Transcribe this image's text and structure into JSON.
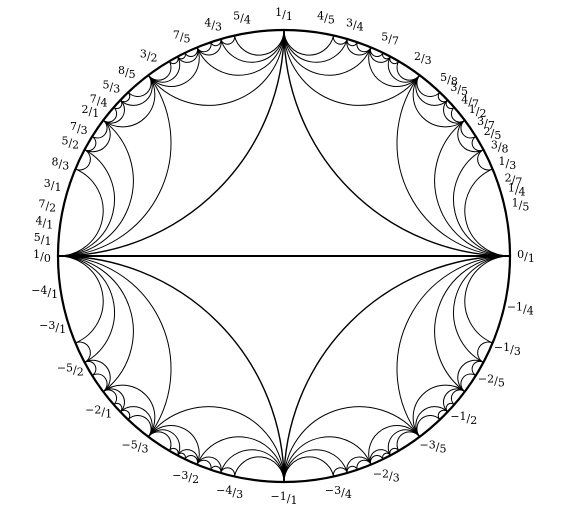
{
  "diagram": {
    "labels": [
      {
        "name": "1-0",
        "sign": "",
        "num": "1",
        "den": "0",
        "angle_deg": 180
      },
      {
        "name": "0-1",
        "sign": "",
        "num": "0",
        "den": "1",
        "angle_deg": 0
      },
      {
        "name": "1-1",
        "sign": "",
        "num": "1",
        "den": "1",
        "angle_deg": 90
      },
      {
        "name": "neg-1-1",
        "sign": "−",
        "num": "1",
        "den": "1",
        "angle_deg": -90
      },
      {
        "name": "1-2",
        "sign": "",
        "num": "1",
        "den": "2",
        "angle_deg": 36.87
      },
      {
        "name": "1-3",
        "sign": "",
        "num": "1",
        "den": "3",
        "angle_deg": 22.62
      },
      {
        "name": "1-4",
        "sign": "",
        "num": "1",
        "den": "4",
        "angle_deg": 15.94
      },
      {
        "name": "1-5",
        "sign": "",
        "num": "1",
        "den": "5",
        "angle_deg": 12.25
      },
      {
        "name": "2-7",
        "sign": "",
        "num": "2",
        "den": "7",
        "angle_deg": 18.46
      },
      {
        "name": "3-8",
        "sign": "",
        "num": "3",
        "den": "8",
        "angle_deg": 26.95
      },
      {
        "name": "2-5",
        "sign": "",
        "num": "2",
        "den": "5",
        "angle_deg": 30.52
      },
      {
        "name": "3-7",
        "sign": "",
        "num": "3",
        "den": "7",
        "angle_deg": 33.4
      },
      {
        "name": "4-7",
        "sign": "",
        "num": "4",
        "den": "7",
        "angle_deg": 39.72
      },
      {
        "name": "3-5",
        "sign": "",
        "num": "3",
        "den": "5",
        "angle_deg": 43.6
      },
      {
        "name": "5-8",
        "sign": "",
        "num": "5",
        "den": "8",
        "angle_deg": 47.0
      },
      {
        "name": "2-3",
        "sign": "",
        "num": "2",
        "den": "3",
        "angle_deg": 55.0
      },
      {
        "name": "5-7",
        "sign": "",
        "num": "5",
        "den": "7",
        "angle_deg": 64.0
      },
      {
        "name": "3-4",
        "sign": "",
        "num": "3",
        "den": "4",
        "angle_deg": 73.0
      },
      {
        "name": "4-5",
        "sign": "",
        "num": "4",
        "den": "5",
        "angle_deg": 80.0
      },
      {
        "name": "5-4",
        "sign": "",
        "num": "5",
        "den": "4",
        "angle_deg": 100.0
      },
      {
        "name": "4-3",
        "sign": "",
        "num": "4",
        "den": "3",
        "angle_deg": 107.0
      },
      {
        "name": "7-5",
        "sign": "",
        "num": "7",
        "den": "5",
        "angle_deg": 115.0
      },
      {
        "name": "3-2",
        "sign": "",
        "num": "3",
        "den": "2",
        "angle_deg": 124.0
      },
      {
        "name": "8-5",
        "sign": "",
        "num": "8",
        "den": "5",
        "angle_deg": 130.5
      },
      {
        "name": "5-3",
        "sign": "",
        "num": "5",
        "den": "3",
        "angle_deg": 135.5
      },
      {
        "name": "7-4",
        "sign": "",
        "num": "7",
        "den": "4",
        "angle_deg": 140.0
      },
      {
        "name": "2-1",
        "sign": "",
        "num": "2",
        "den": "1",
        "angle_deg": 143.13
      },
      {
        "name": "7-3",
        "sign": "",
        "num": "7",
        "den": "3",
        "angle_deg": 148.0
      },
      {
        "name": "5-2",
        "sign": "",
        "num": "5",
        "den": "2",
        "angle_deg": 152.0
      },
      {
        "name": "8-3",
        "sign": "",
        "num": "8",
        "den": "3",
        "angle_deg": 157.5
      },
      {
        "name": "3-1",
        "sign": "",
        "num": "3",
        "den": "1",
        "angle_deg": 163.0
      },
      {
        "name": "7-2",
        "sign": "",
        "num": "7",
        "den": "2",
        "angle_deg": 168.0
      },
      {
        "name": "4-1",
        "sign": "",
        "num": "4",
        "den": "1",
        "angle_deg": 172.0
      },
      {
        "name": "5-1",
        "sign": "",
        "num": "5",
        "den": "1",
        "angle_deg": 176.0
      },
      {
        "name": "neg-1-4",
        "sign": "−",
        "num": "1",
        "den": "4",
        "angle_deg": -12.5
      },
      {
        "name": "neg-1-3",
        "sign": "−",
        "num": "1",
        "den": "3",
        "angle_deg": -22.62
      },
      {
        "name": "neg-2-5",
        "sign": "−",
        "num": "2",
        "den": "5",
        "angle_deg": -31.0
      },
      {
        "name": "neg-1-2",
        "sign": "−",
        "num": "1",
        "den": "2",
        "angle_deg": -42.0
      },
      {
        "name": "neg-3-5",
        "sign": "−",
        "num": "3",
        "den": "5",
        "angle_deg": -52.0
      },
      {
        "name": "neg-2-3",
        "sign": "−",
        "num": "2",
        "den": "3",
        "angle_deg": -65.0
      },
      {
        "name": "neg-3-4",
        "sign": "−",
        "num": "3",
        "den": "4",
        "angle_deg": -77.0
      },
      {
        "name": "neg-4-3",
        "sign": "−",
        "num": "4",
        "den": "3",
        "angle_deg": -103.0
      },
      {
        "name": "neg-3-2",
        "sign": "−",
        "num": "3",
        "den": "2",
        "angle_deg": -114.0
      },
      {
        "name": "neg-5-3",
        "sign": "−",
        "num": "5",
        "den": "3",
        "angle_deg": -128.0
      },
      {
        "name": "neg-2-1",
        "sign": "−",
        "num": "2",
        "den": "1",
        "angle_deg": -140.0
      },
      {
        "name": "neg-5-2",
        "sign": "−",
        "num": "5",
        "den": "2",
        "angle_deg": -152.0
      },
      {
        "name": "neg-3-1",
        "sign": "−",
        "num": "3",
        "den": "1",
        "angle_deg": -163.0
      },
      {
        "name": "neg-4-1",
        "sign": "−",
        "num": "4",
        "den": "1",
        "angle_deg": -171.5
      }
    ]
  }
}
